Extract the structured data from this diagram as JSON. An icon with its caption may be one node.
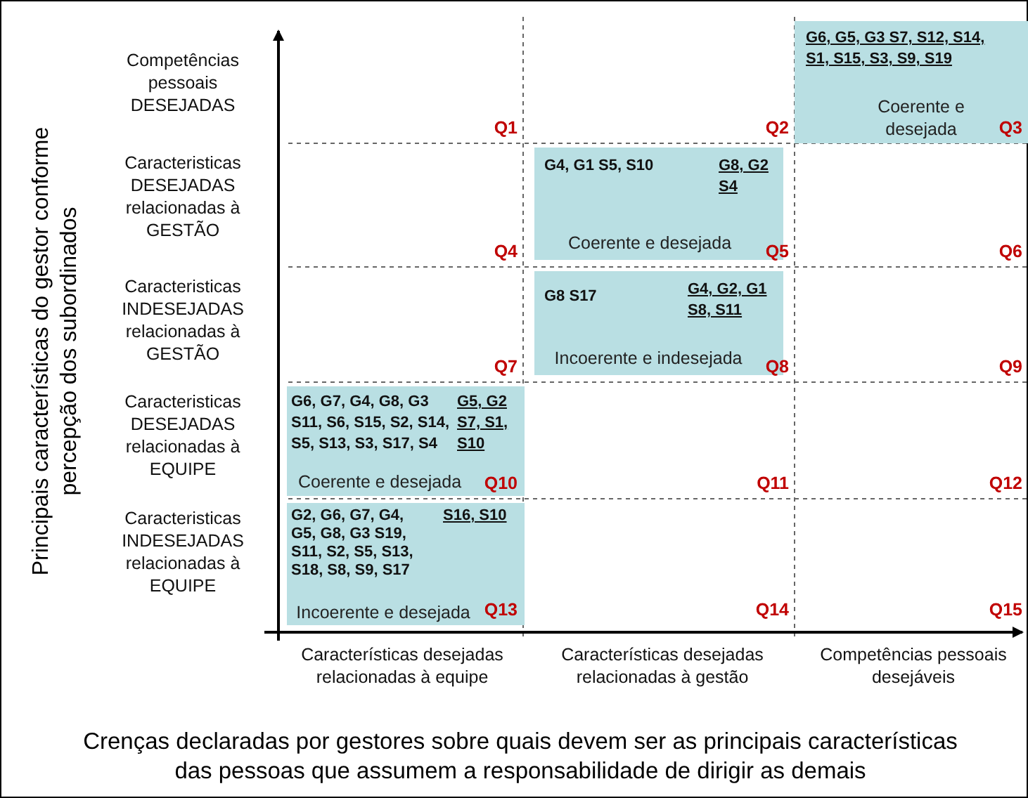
{
  "diagram": {
    "caption": "Crenças declaradas por gestores sobre quais devem ser as principais características das pessoas que assumem a responsabilidade de dirigir as demais",
    "nodes": [
      {
        "text": [
          "G6, G5, G3 S7, S12, S14, S1, S15, S3, S9, S19",
          "Coerente e desejada"
        ]
      },
      {
        "text": [
          "G4, G1 S5, S10",
          "G8, G2 S4",
          "Coerente e desejada"
        ]
      },
      {
        "text": [
          "G8 S17",
          "G4, G2, G1 S8, S11",
          "Incoerente e indesejada"
        ]
      },
      {
        "text": [
          "G6, G7, G4, G8, G3 S11, S6, S15, S2, S14, S5, S13, S3, S17, S4",
          "G5, G2 S7, S1, S10",
          "Coerente e desejada"
        ]
      },
      {
        "text": [
          "G2, G6, G7, G4, G5, G8, G3 S19, S11, S2, S5, S13, S18, S8, S9, S17",
          "S16, S10",
          "Incoerente e desejada"
        ]
      }
    ],
    "labels": [
      "Principais características do gestor conforme percepção dos subordinados",
      "Competências pessoais DESEJADAS",
      "Q1",
      "Q2",
      "Q3",
      "Caracteristicas DESEJADAS relacionadas à GESTÃO",
      "Q4",
      "Q5",
      "Q6",
      "Caracteristicas INDESEJADAS relacionadas à GESTÃO",
      "Q7",
      "Q8",
      "Q9",
      "Caracteristicas DESEJADAS relacionadas à EQUIPE",
      "Q10",
      "Q11",
      "Q12",
      "Caracteristicas INDESEJADAS relacionadas à EQUIPE",
      "Q13",
      "Q14",
      "Q15",
      "Características desejadas relacionadas à equipe",
      "Características desejadas relacionadas à gestão",
      "Competências pessoais desejáveis"
    ]
  }
}
